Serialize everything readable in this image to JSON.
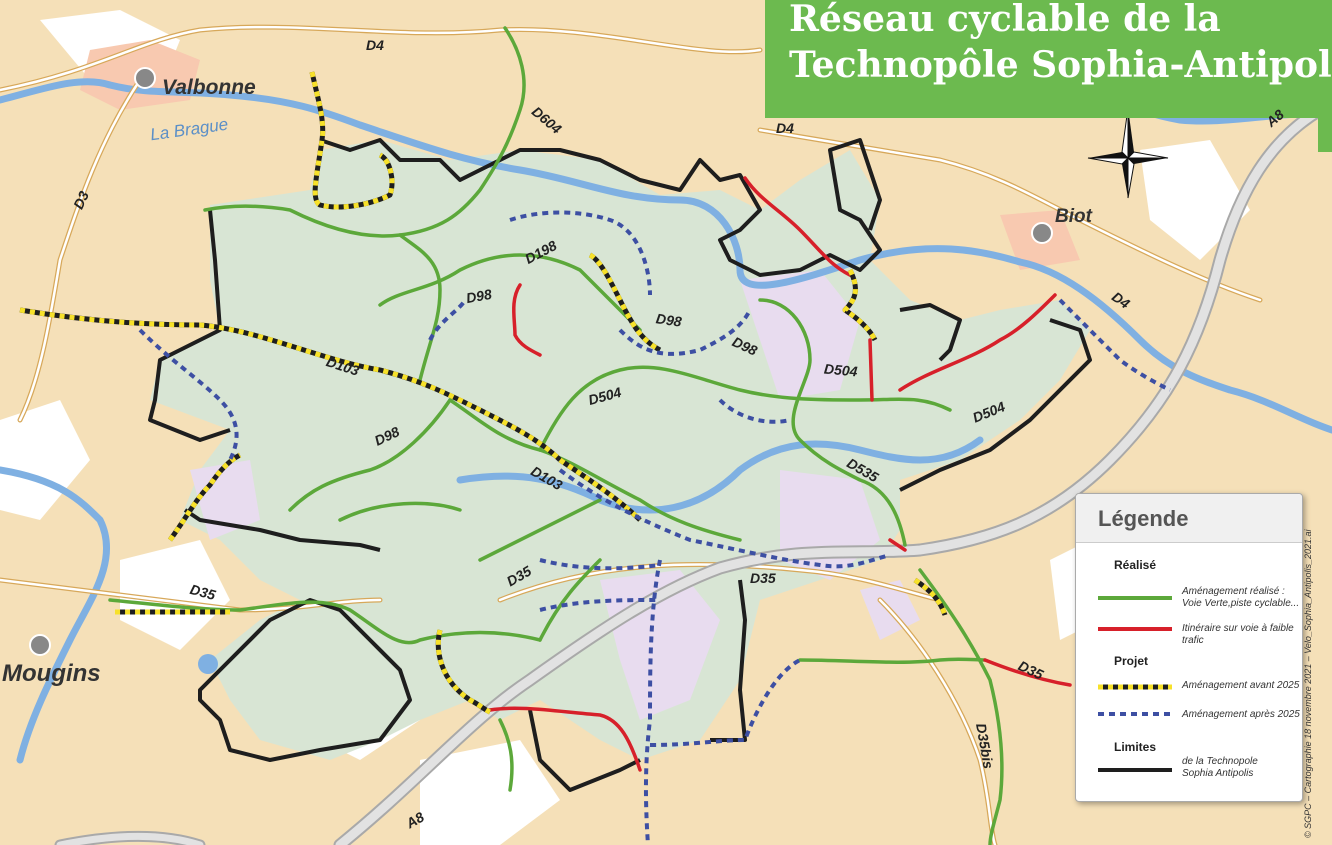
{
  "title": {
    "line1": "Réseau cyclable de la",
    "line2": "Technopôle Sophia-Antipolis"
  },
  "towns": {
    "valbonne": "Valbonne",
    "biot": "Biot",
    "mougins": "Mougins"
  },
  "river": "La Brague",
  "roads": {
    "d4_a": "D4",
    "d4_b": "D4",
    "d4_c": "D4",
    "d3": "D3",
    "d604": "D604",
    "d198": "D198",
    "d98_a": "D98",
    "d98_b": "D98",
    "d98_c": "D98",
    "d98_d": "D98",
    "d103_a": "D103",
    "d103_b": "D103",
    "d504_a": "D504",
    "d504_b": "D504",
    "d504_c": "D504",
    "d535": "D535",
    "d35_a": "D35",
    "d35_b": "D35",
    "d35_c": "D35",
    "d35_d": "D35",
    "d35bis": "D35bis",
    "a8_a": "A8",
    "a8_b": "A8"
  },
  "legend": {
    "title": "Légende",
    "realise": "Réalisé",
    "amenagement_realise_1": "Aménagement réalisé :",
    "amenagement_realise_2": "Voie Verte,piste cyclable...",
    "itineraire": "Itinéraire sur voie à faible trafic",
    "projet": "Projet",
    "avant_2025": "Aménagement avant 2025",
    "apres_2025": "Aménagement après 2025",
    "limites": "Limites",
    "technopole_1": "de la Technopole",
    "technopole_2": "Sophia Antipolis"
  },
  "credit": "© SGPC – Cartographie 18 novembre 2021 – Velo_Sophia_Antipolis_2021.ai",
  "colors": {
    "land": "#f5e0b8",
    "forest": "#d8e5d4",
    "urban_pink": "#f8c9b0",
    "activity": "#e8dcef",
    "water": "#7fb0e2",
    "road": "#ffffff",
    "road_edge": "#d7a85a",
    "highway": "#c8c8c8",
    "green_route": "#5ca83a",
    "red_route": "#d7202a",
    "yellow": "#f7e12a",
    "blue_dash": "#3d4fa3",
    "limit": "#1e1e1e",
    "title_bg": "#6cba4f"
  },
  "icons": {
    "compass": "compass-rose-icon",
    "town_marker": "town-dot-icon"
  }
}
